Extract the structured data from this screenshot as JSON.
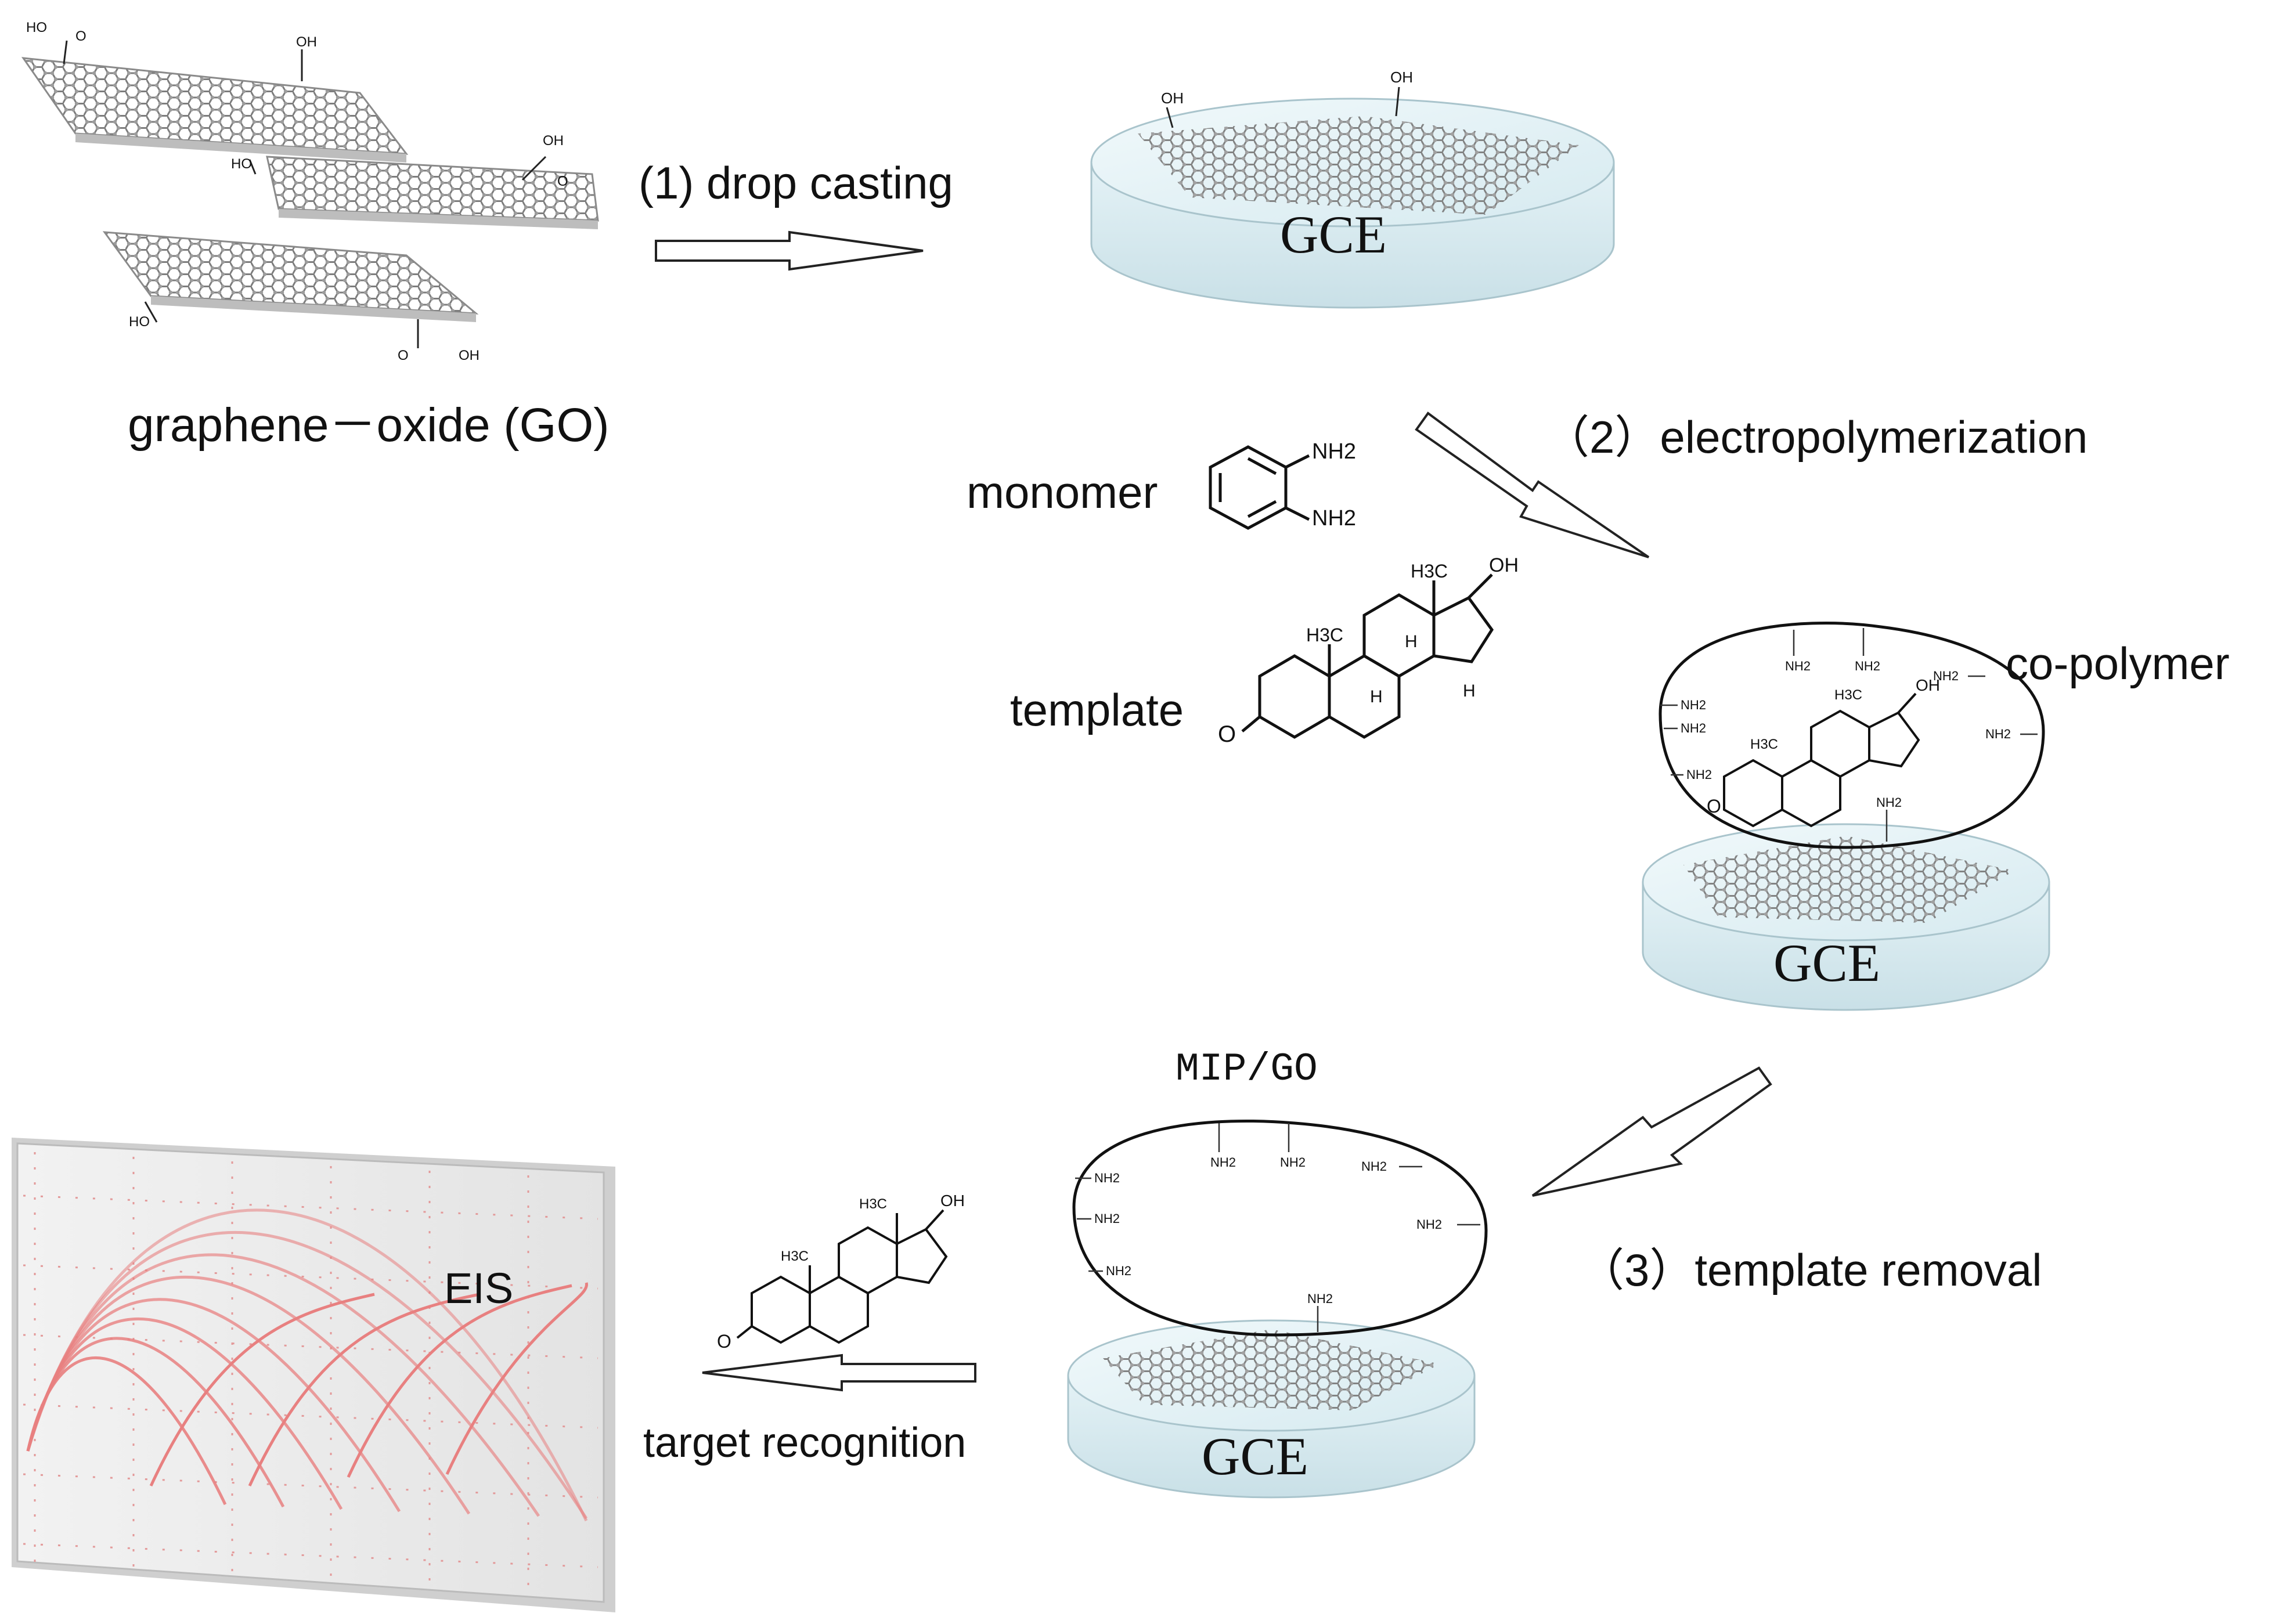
{
  "steps": {
    "step1": "(1) drop casting",
    "step2": "（2）electropolymerization",
    "step3": "（3）template  removal",
    "step4": "target recognition"
  },
  "labels": {
    "go": "graphene－oxide (GO)",
    "monomer": "monomer",
    "template": "template",
    "copolymer": "co-polymer",
    "mip_go": "MIP/GO",
    "eis": "EIS",
    "gce1": "GCE",
    "gce2": "GCE",
    "gce3": "GCE"
  },
  "chem": {
    "oh": "OH",
    "ho": "HO",
    "o": "O",
    "h3c": "H3C",
    "ch3": "H3C",
    "h": "H",
    "nh2": "NH2"
  },
  "colors": {
    "disk": "#dbeef3",
    "disk_edge": "#a9c4cc",
    "sheet": "#9a9a9a",
    "eis_curve": "#e88080",
    "eis_panel": "#ececec",
    "eis_grid": "#e39a9a"
  },
  "icons": [
    "graphene-sheet-icon",
    "hollow-arrow-icon",
    "gce-electrode-icon",
    "benzene-ring-icon",
    "steroid-molecule-icon"
  ]
}
